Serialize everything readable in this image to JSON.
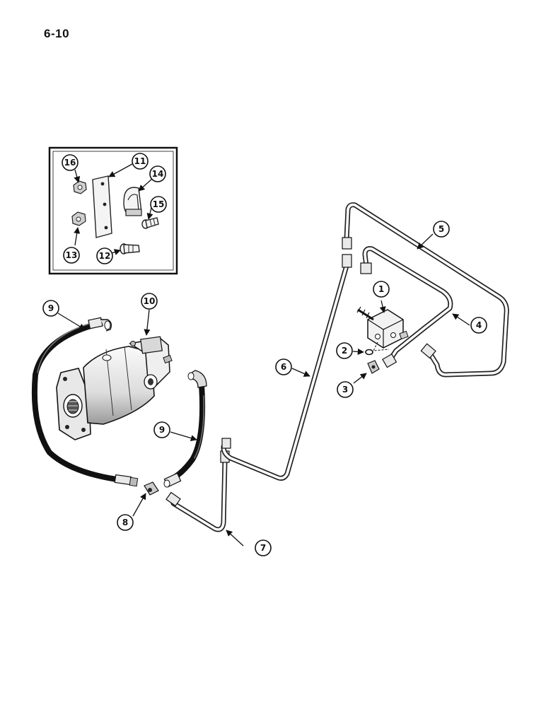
{
  "page": {
    "number": "6-10"
  },
  "callouts": {
    "c1": "1",
    "c2": "2",
    "c3": "3",
    "c4": "4",
    "c5": "5",
    "c6": "6",
    "c7": "7",
    "c8": "8",
    "c9a": "9",
    "c9b": "9",
    "c10": "10",
    "c11": "11",
    "c12": "12",
    "c13": "13",
    "c14": "14",
    "c15": "15",
    "c16": "16"
  }
}
